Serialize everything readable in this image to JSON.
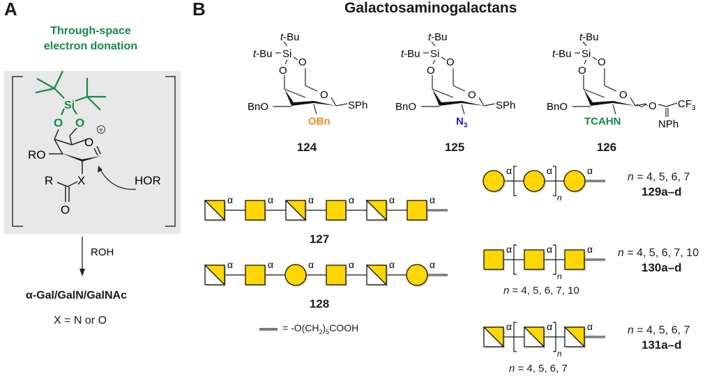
{
  "panelA": {
    "label": "A",
    "heading_line1": "Through-space",
    "heading_line2": "electron donation",
    "intermediate": {
      "si": "Si",
      "o1": "O",
      "o2": "O",
      "ring_o": "O",
      "charge": "+",
      "ro": "RO",
      "x": "X",
      "r": "R",
      "carbonyl_o": "O",
      "nucleophile": "HOR"
    },
    "reagent": "ROH",
    "product": "α-Gal/GalN/GalNAc",
    "condition": "X = N or O"
  },
  "panelB": {
    "label": "B",
    "title": "Galactosaminogalactans",
    "donors": [
      {
        "id": "124",
        "tbu_top": "t-Bu",
        "tbu_left": "t-Bu",
        "si": "Si",
        "bno": "BnO",
        "leaving": "SPh",
        "c2": "OBn",
        "c2_color": "#f28c1e"
      },
      {
        "id": "125",
        "tbu_top": "t-Bu",
        "tbu_left": "t-Bu",
        "si": "Si",
        "bno": "BnO",
        "leaving": "SPh",
        "c2": "N3",
        "c2_color": "#1a1adb"
      },
      {
        "id": "126",
        "tbu_top": "t-Bu",
        "tbu_left": "t-Bu",
        "si": "Si",
        "bno": "BnO",
        "leaving": "O",
        "c2": "TCAHN",
        "c2_color": "#138a44",
        "imidate_cf3": "CF3",
        "imidate_n": "NPh"
      }
    ],
    "glycans": [
      {
        "id": "127",
        "residues": [
          "GalNAc",
          "GalN",
          "GalNAc",
          "GalN",
          "GalNAc",
          "GalN"
        ],
        "linkage": "α"
      },
      {
        "id": "128",
        "residues": [
          "GalNAc",
          "GalN",
          "Gal",
          "GalN",
          "GalNAc",
          "Gal"
        ],
        "linkage": "α"
      },
      {
        "id": "129a–d",
        "residues": [
          "Gal",
          "[Gal]n",
          "Gal"
        ],
        "linkage": "α",
        "n_label": "n = 4, 5, 6, 7"
      },
      {
        "id": "130a–d",
        "residues": [
          "GalN",
          "[GalN]n",
          "GalN"
        ],
        "linkage": "α",
        "n_label": "n = 4, 5, 6, 7, 10",
        "n_label_below": "n = 4, 5, 6, 7, 10"
      },
      {
        "id": "131a–d",
        "residues": [
          "GalNAc",
          "[GalNAc]n",
          "GalNAc"
        ],
        "linkage": "α",
        "n_label": "n = 4, 5, 6, 7",
        "n_label_below": "n = 4, 5, 6, 7"
      }
    ],
    "linker_legend": "= -O(CH2)5COOH",
    "subscript_n": "n"
  },
  "colors": {
    "green": "#138a44",
    "orange": "#f28c1e",
    "blue": "#1a1adb",
    "yellow": "#ffd700",
    "linker_gray": "#7a7a7a",
    "box_gray": "#e8e8e8"
  }
}
